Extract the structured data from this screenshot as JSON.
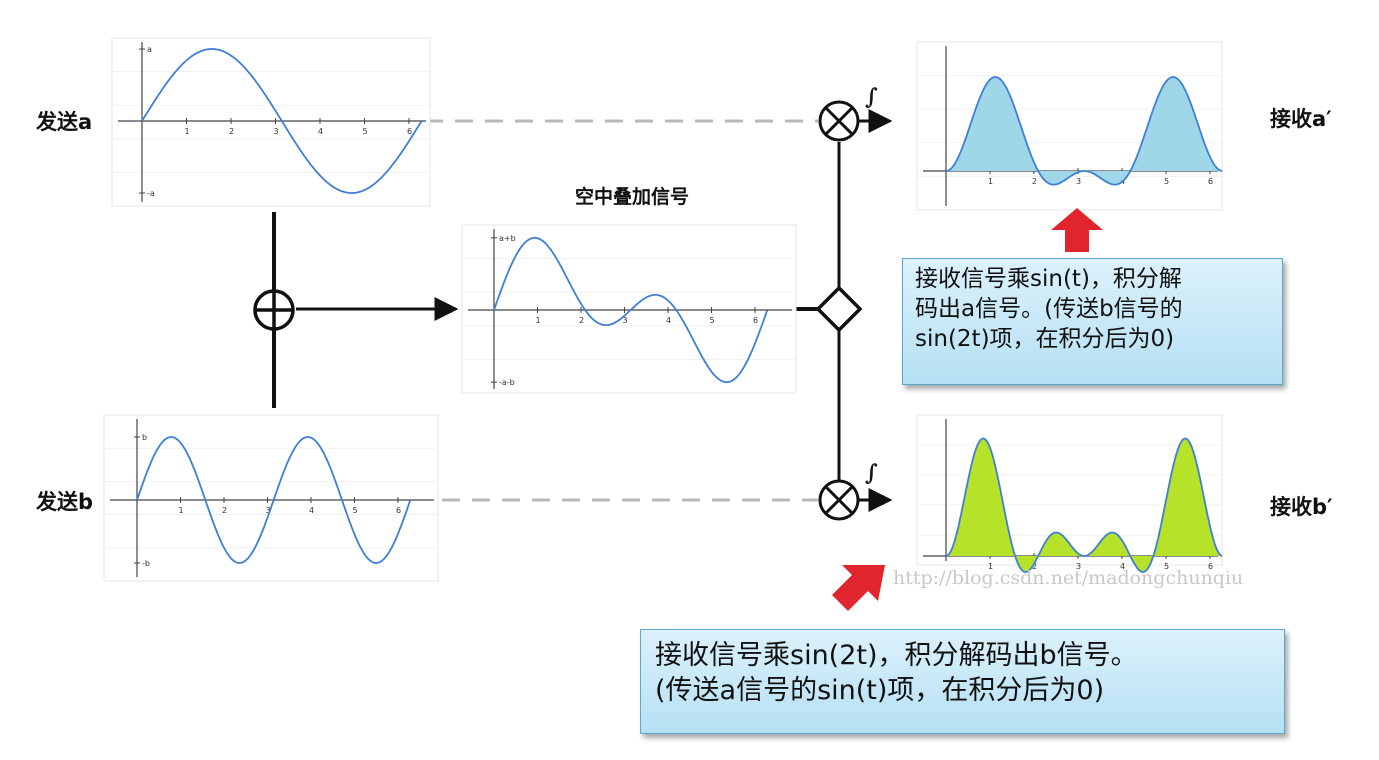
{
  "labels": {
    "send_a": "发送a",
    "send_b": "发送b",
    "recv_a": "接收a′",
    "recv_b": "接收b′",
    "mid_title": "空中叠加信号",
    "integral_1": "∫",
    "integral_2": "∫"
  },
  "plots": {
    "send_a": {
      "ymax_label": "a",
      "ymin_label": "-a",
      "ticks": [
        "1",
        "2",
        "3",
        "4",
        "5",
        "6"
      ],
      "function": "sin(t)",
      "x_range": [
        0,
        6.28
      ]
    },
    "superposed": {
      "ymax_label": "a+b",
      "ymin_label": "-a-b",
      "ticks": [
        "1",
        "2",
        "3",
        "4",
        "5",
        "6"
      ],
      "function": "sin(t)+sin(2t)",
      "x_range": [
        0,
        6.28
      ]
    },
    "send_b": {
      "ymax_label": "b",
      "ymin_label": "-b",
      "ticks": [
        "1",
        "2",
        "3",
        "4",
        "5",
        "6"
      ],
      "function": "sin(2t)",
      "x_range": [
        0,
        6.28
      ]
    },
    "recv_a": {
      "ticks": [
        "1",
        "2",
        "3",
        "4",
        "5",
        "6"
      ],
      "function": "sin(t)*(sin(t)+sin(2t))",
      "x_range": [
        0,
        6.28
      ],
      "fill_color": "#9fd7e8"
    },
    "recv_b": {
      "ticks": [
        "1",
        "2",
        "3",
        "4",
        "5",
        "6"
      ],
      "function": "sin(2t)*(sin(t)+sin(2t))",
      "x_range": [
        0,
        6.28
      ],
      "fill_color": "#b6e229"
    }
  },
  "callouts": {
    "a": {
      "line1": "接收信号乘sin(t)，积分解",
      "line2": "码出a信号。(传送b信号的",
      "line3": "sin(2t)项，在积分后为0)"
    },
    "b": {
      "line1": "接收信号乘sin(2t)，积分解码出b信号。",
      "line2": "(传送a信号的sin(t)项，在积分后为0)"
    }
  },
  "watermark": "http://blog.csdn.net/madongchunqiu",
  "colors": {
    "curve": "#3f7fd6",
    "line": "#111111",
    "dashed": "#b8b8b8",
    "arrow_red": "#e0262c"
  }
}
